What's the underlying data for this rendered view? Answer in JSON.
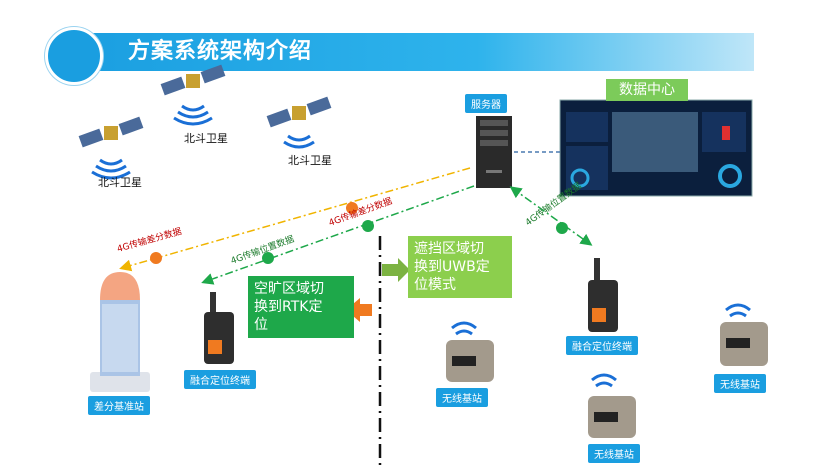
{
  "title": "方案系统架构介绍",
  "satellites": [
    {
      "label": "北斗卫星"
    },
    {
      "label": "北斗卫星"
    },
    {
      "label": "北斗卫星"
    }
  ],
  "server": {
    "label": "服务器"
  },
  "data_center": {
    "label": "数据中心"
  },
  "links": {
    "link1": "4G传输差分数据",
    "link2": "4G传输位置数据",
    "link3": "4G传输差分数据",
    "link4": "4G传输位置数据"
  },
  "base_station": {
    "label": "差分基准站"
  },
  "terminal_left": {
    "label": "融合定位终端"
  },
  "terminal_right": {
    "label": "融合定位终端"
  },
  "wireless_stations": [
    {
      "label": "无线基站"
    },
    {
      "label": "无线基站"
    },
    {
      "label": "无线基站"
    }
  ],
  "switch_rtk": {
    "line1": "空旷区域切",
    "line2": "换到RTK定",
    "line3": "位"
  },
  "switch_uwb": {
    "line1": "遮挡区域切",
    "line2": "换到UWB定",
    "line3": "位模式"
  },
  "colors": {
    "title": "#1a9ee0",
    "rtk_box": "#1ea84a",
    "uwb_box": "#8ccf4d",
    "diff_line": "#f0b400",
    "pos_line": "#1ea84a"
  }
}
